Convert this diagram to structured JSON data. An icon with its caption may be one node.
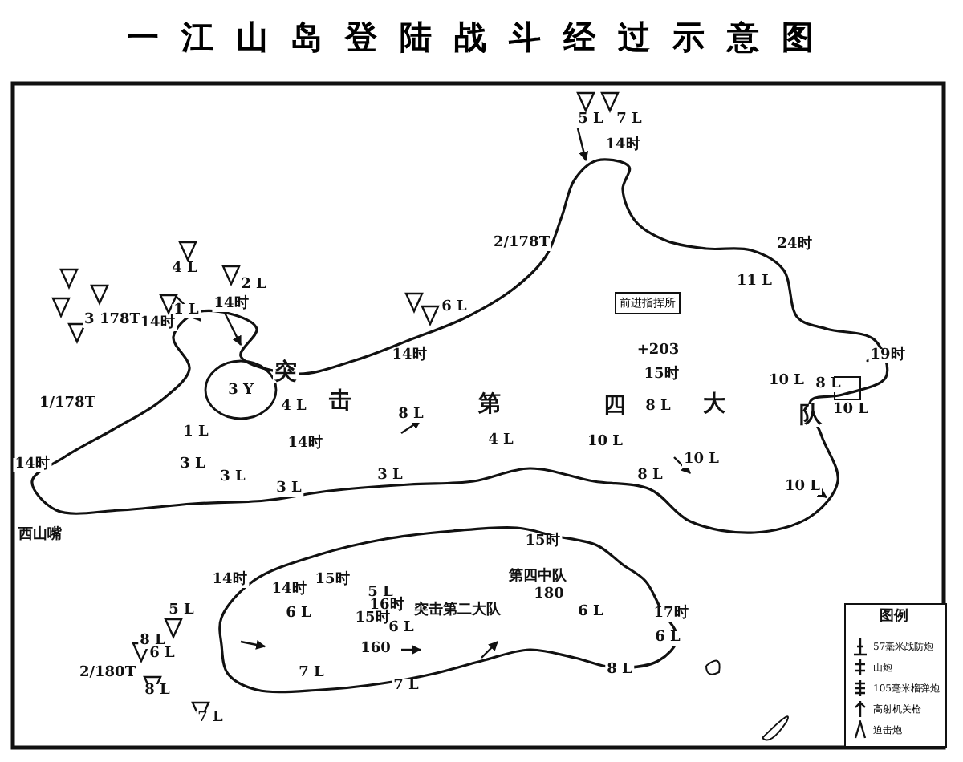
{
  "diagram": {
    "title": "一江山岛登陆战斗经过示意图",
    "nodes": [
      {
        "text": [
          "前进指挥所"
        ]
      }
    ],
    "labels": [
      "突",
      "击",
      "第",
      "四",
      "大",
      "队",
      "4 L",
      "2 L",
      "1 L",
      "14时",
      "3 178T",
      "14时",
      "6 L",
      "1/178T",
      "3 Y",
      "14时",
      "西山嘴",
      "5 L",
      "7 L",
      "14时",
      "2/178T",
      "24时",
      "11 L",
      "+203",
      "15时",
      "19时",
      "10 L",
      "8 L",
      "10 L",
      "10 L",
      "8 L",
      "10 L",
      "1 L",
      "3 L",
      "3 L",
      "4 L",
      "14时",
      "3 L",
      "3 L",
      "8 L",
      "14时",
      "4 L",
      "10 L",
      "8 L",
      "14时",
      "14时",
      "15时",
      "5 L",
      "16时",
      "15时",
      "6 L",
      "6 L",
      "160",
      "7 L",
      "7 L",
      "突击第二大队",
      "第四中队",
      "180",
      "15时",
      "6 L",
      "17时",
      "6 L",
      "8 L",
      "5 L",
      "8 L",
      "6 L",
      "2/180T",
      "8 L",
      "7 L",
      "图例"
    ],
    "legend": [
      {
        "text": "57毫米战防炮"
      },
      {
        "text": "山炮"
      },
      {
        "text": "105毫米榴弹炮"
      },
      {
        "text": "高射机关枪"
      },
      {
        "text": "迫击炮"
      }
    ]
  }
}
